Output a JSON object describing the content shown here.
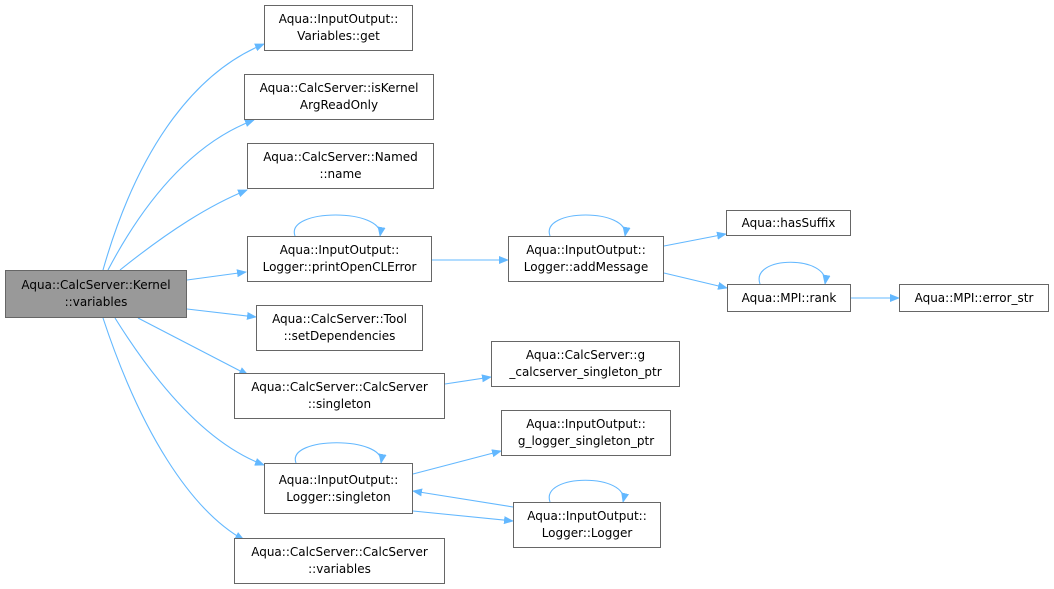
{
  "colors": {
    "edge": "#63b8ff",
    "border": "#666666",
    "root_fill": "#999999",
    "fill": "#ffffff"
  },
  "nodes": {
    "kernel_variables": {
      "line1": "Aqua::CalcServer::Kernel",
      "line2": "::variables"
    },
    "variables_get": {
      "line1": "Aqua::InputOutput::",
      "line2": "Variables::get"
    },
    "is_kernel_arg_read_only": {
      "line1": "Aqua::CalcServer::isKernel",
      "line2": "ArgReadOnly"
    },
    "named_name": {
      "line1": "Aqua::CalcServer::Named",
      "line2": "::name"
    },
    "print_opencl_error": {
      "line1": "Aqua::InputOutput::",
      "line2": "Logger::printOpenCLError"
    },
    "tool_set_dependencies": {
      "line1": "Aqua::CalcServer::Tool",
      "line2": "::setDependencies"
    },
    "calcserver_singleton": {
      "line1": "Aqua::CalcServer::CalcServer",
      "line2": "::singleton"
    },
    "logger_singleton": {
      "line1": "Aqua::InputOutput::",
      "line2": "Logger::singleton"
    },
    "calcserver_variables": {
      "line1": "Aqua::CalcServer::CalcServer",
      "line2": "::variables"
    },
    "add_message": {
      "line1": "Aqua::InputOutput::",
      "line2": "Logger::addMessage"
    },
    "has_suffix": {
      "line1": "Aqua::hasSuffix",
      "line2": ""
    },
    "mpi_rank": {
      "line1": "Aqua::MPI::rank",
      "line2": ""
    },
    "mpi_error_str": {
      "line1": "Aqua::MPI::error_str",
      "line2": ""
    },
    "g_calcserver_singleton_ptr": {
      "line1": "Aqua::CalcServer::g",
      "line2": "_calcserver_singleton_ptr"
    },
    "g_logger_singleton_ptr": {
      "line1": "Aqua::InputOutput::",
      "line2": "g_logger_singleton_ptr"
    },
    "logger_logger": {
      "line1": "Aqua::InputOutput::",
      "line2": "Logger::Logger"
    }
  }
}
